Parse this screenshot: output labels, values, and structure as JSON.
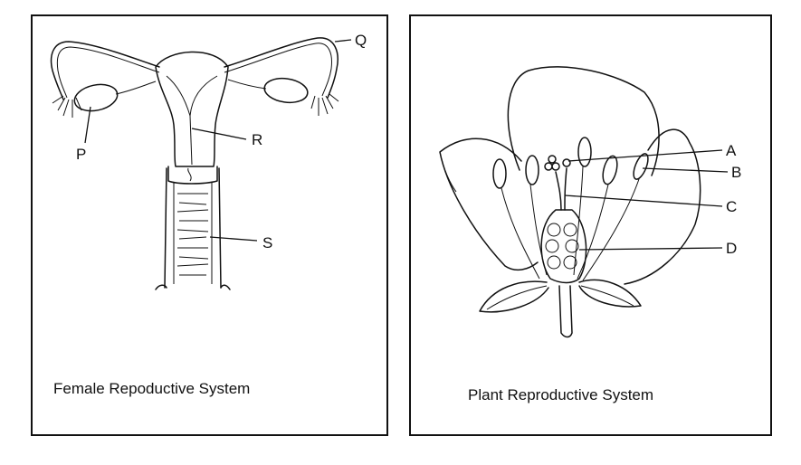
{
  "female": {
    "caption": "Female Repoductive System",
    "labels": {
      "p": "P",
      "q": "Q",
      "r": "R",
      "s": "S"
    }
  },
  "plant": {
    "caption": "Plant Reproductive System",
    "labels": {
      "a": "A",
      "b": "B",
      "c": "C",
      "d": "D"
    }
  }
}
